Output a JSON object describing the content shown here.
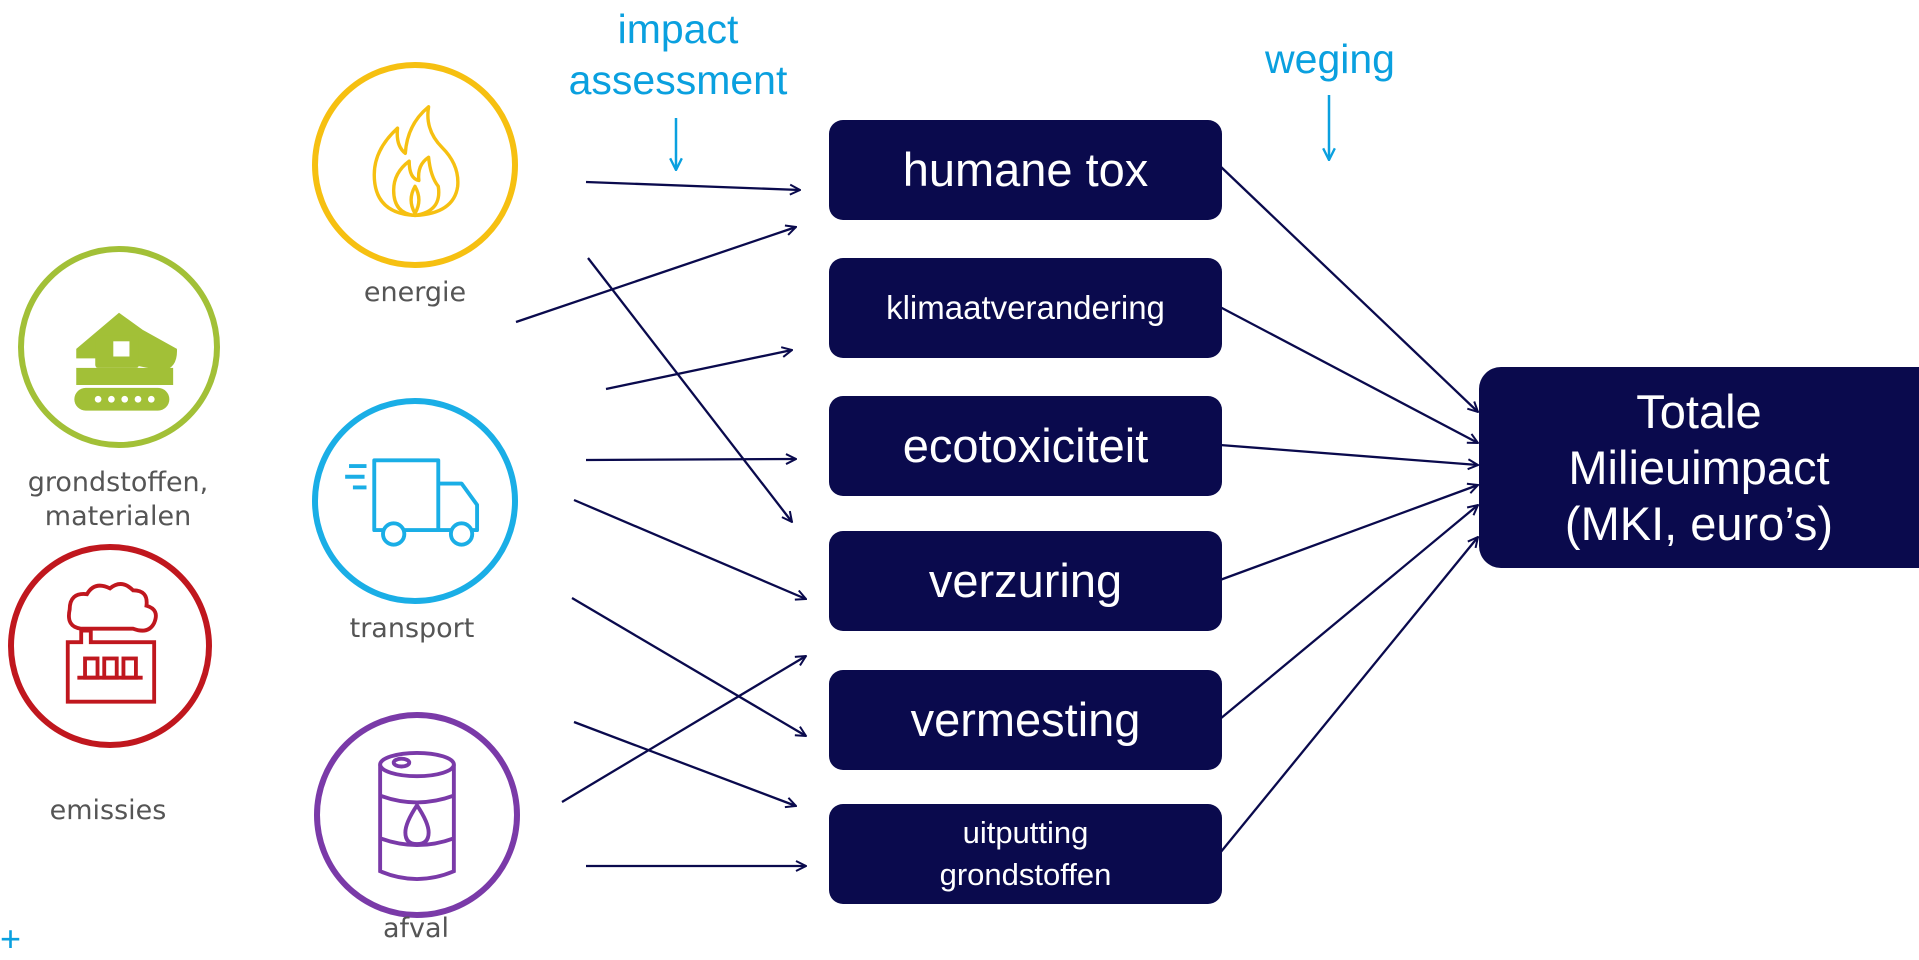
{
  "colors": {
    "navy": "#0a0a4d",
    "accent": "#0aa0df",
    "green": "#a2c037",
    "red": "#c0171e",
    "yellow": "#f6c011",
    "blue": "#1aaee6",
    "purple": "#7a3aa8"
  },
  "labels": {
    "impact_line1": "impact",
    "impact_line2": "assessment",
    "weging": "weging"
  },
  "sources": {
    "grondstoffen_line1": "grondstoffen,",
    "grondstoffen_line2": "materialen",
    "emissies": "emissies",
    "energie": "energie",
    "transport": "transport",
    "afval": "afval"
  },
  "icons": {
    "grondstoffen": "excavator-icon",
    "emissies": "factory-icon",
    "energie": "flame-icon",
    "transport": "truck-icon",
    "afval": "oil-barrel-icon"
  },
  "categories": {
    "humane_tox": "humane tox",
    "klimaat": "klimaatverandering",
    "ecotox": "ecotoxiciteit",
    "verzuring": "verzuring",
    "vermesting": "vermesting",
    "uitputting_line1": "uitputting",
    "uitputting_line2": "grondstoffen"
  },
  "total": {
    "line1": "Totale",
    "line2": "Milieuimpact",
    "line3": "(MKI, euro’s)"
  },
  "corner_mark": "+"
}
